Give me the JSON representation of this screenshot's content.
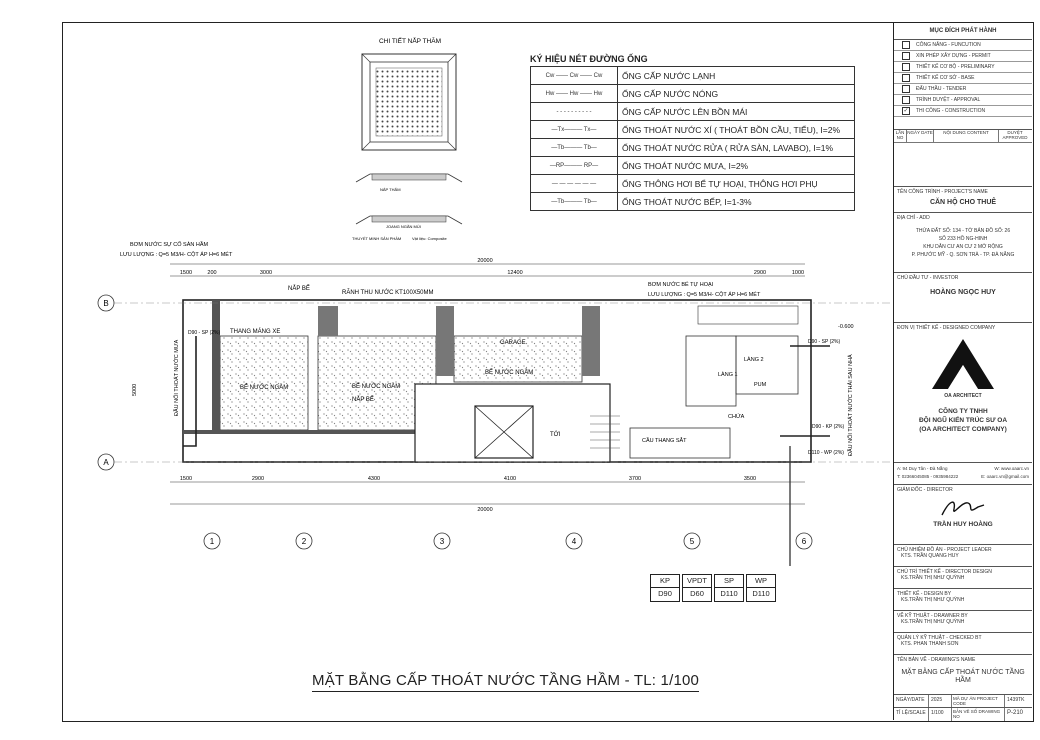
{
  "detail_title": "CHI TIẾT NẮP THĂM",
  "detail_notes": [
    "NẮP THĂM",
    "JOANG NGĂN MÙI",
    "THUYẾT MINH SẢN PHẨM",
    "Vật liệu: Composite"
  ],
  "legend": {
    "title": "KÝ HIỆU NÉT ĐƯỜNG ỐNG",
    "rows": [
      {
        "sym": "Cw —— Cw —— Cw",
        "desc": "ỐNG CẤP NƯỚC LẠNH"
      },
      {
        "sym": "Hw —— Hw —— Hw",
        "desc": "ỐNG CẤP NƯỚC NÓNG"
      },
      {
        "sym": "- - - - - - - - - -",
        "desc": "ỐNG CẤP NƯỚC LÊN BỒN MÁI"
      },
      {
        "sym": "—Tx——— Tx—",
        "desc": "ỐNG THOÁT NƯỚC XÍ ( THOÁT BỒN CẦU, TIỂU), I=2%"
      },
      {
        "sym": "—Tb——— Tb—",
        "desc": "ỐNG THOÁT NƯỚC RỬA ( RỬA SÀN, LAVABO), I=1%"
      },
      {
        "sym": "—RP——— RP—",
        "desc": "ỐNG THOÁT NƯỚC MƯA, I=2%"
      },
      {
        "sym": "— — — — — —",
        "desc": "ỐNG THÔNG HƠI BỂ TỰ HOẠI, THÔNG HƠI PHỤ"
      },
      {
        "sym": "—Tb——— Tb—",
        "desc": "ỐNG THOÁT NƯỚC BẾP, I=1-3%"
      }
    ]
  },
  "plan": {
    "pump_left": "BƠM NƯỚC SỰ CỐ SÀN HẦM",
    "pump_left_flow": "LƯU LƯỢNG : Q=5 M3/H- CỘT ÁP H=6 MÉT",
    "pump_right": "BƠM NƯỚC BỂ TỰ HOẠI",
    "pump_right_flow": "LƯU LƯỢNG : Q=5 M3/H- CỘT ÁP H=6 MÉT",
    "lid": "NẮP BỂ",
    "drain_channel": "RÃNH THU NƯỚC KT100X50MM",
    "rooms": [
      "THANG MÁNG XE",
      "BỂ NƯỚC NGẦM",
      "BỂ NƯỚC NGẦM",
      "NẮP BỂ",
      "BỂ NƯỚC NGẦM",
      "GARAGE",
      "TỚI",
      "LÀNG 1",
      "LÀNG 2",
      "PUM",
      "CHỨA",
      "CẦU THANG SẮT"
    ],
    "side_left": "ĐẦU NỐI THOÁT NƯỚC MƯA",
    "side_right": "ĐẦU NỐI THOÁT NƯỚC THẢI SAU NHÀ",
    "level": "-0.600",
    "top_dims": [
      "1500",
      "200",
      "3000",
      "12400",
      "2900",
      "1000"
    ],
    "total": "20000",
    "bottom_dims": [
      "1500",
      "2900",
      "4300",
      "4100",
      "3700",
      "3500"
    ],
    "side_dim": "5000",
    "axes_letters": [
      "B",
      "A"
    ],
    "axes_numbers": [
      "1",
      "2",
      "3",
      "4",
      "5",
      "6"
    ],
    "pipe_notes": [
      "D90 - SP (2%)",
      "D90 - SP (2%)",
      "D90 - KP (2%)",
      "D110 - WP (2%)"
    ]
  },
  "pipe_boxes": [
    {
      "top": "KP",
      "bottom": "D90"
    },
    {
      "top": "VPDT",
      "bottom": "D60"
    },
    {
      "top": "SP",
      "bottom": "D110"
    },
    {
      "top": "WP",
      "bottom": "D110"
    }
  ],
  "drawing_title": "MẶT BẰNG CẤP THOÁT NƯỚC TẦNG HẦM - TL: 1/100",
  "titleblock": {
    "purpose_title": "MỤC ĐÍCH PHÁT HÀNH",
    "purposes": [
      {
        "label": "CÔNG NĂNG - FUNCUTION",
        "checked": false
      },
      {
        "label": "XIN PHÉP XÂY DỰNG - PERMIT",
        "checked": false
      },
      {
        "label": "THIẾT KẾ CƠ BỘ - PRELIMINARY",
        "checked": false
      },
      {
        "label": "THIẾT KẾ CƠ SỞ - BASE",
        "checked": false
      },
      {
        "label": "ĐẤU THẦU - TENDER",
        "checked": false
      },
      {
        "label": "TRÌNH DUYỆT - APPROVAL",
        "checked": false
      },
      {
        "label": "THI CÔNG - CONSTRUCTION",
        "checked": true
      }
    ],
    "check_mark": "✓",
    "rev_cols": [
      "LẦN NO",
      "NGÀY DATE",
      "NỘI DUNG CONTENT",
      "DUYỆT APPROVED"
    ],
    "project_label": "TÊN CÔNG TRÌNH - PROJECT'S NAME",
    "project_name": "CĂN HỘ CHO THUÊ",
    "address_label": "ĐỊA CHỈ - ADD",
    "address_lines": [
      "THỬA ĐẤT SỐ: 134 - TỜ BẢN ĐỒ SỐ: 26",
      "SỐ 233 HỒ NG-HINH",
      "KHU DÂN CƯ AN CƯ 2 MỞ RỘNG",
      "P. PHƯỚC MỸ - Q. SƠN TRÀ - TP. ĐÀ NẴNG"
    ],
    "investor_label": "CHỦ ĐẦU TƯ - INVESTOR",
    "investor": "HOÀNG NGỌC HUY",
    "designer_label": "ĐƠN VỊ THIẾT KẾ - DESIGNED COMPANY",
    "logo_caption": "OA ARCHITECT",
    "company_lines": [
      "CÔNG TY TNHH",
      "ĐỘI NGŨ KIẾN TRÚC SƯ OA",
      "(OA ARCHITECT COMPANY)"
    ],
    "contact_address": "A: 94 Duy Tân - Đà Nẵng",
    "contact_web": "W: www.oaarc.vn",
    "contact_phone": "T: 02366045085 - 0935984222",
    "contact_email": "E: oaarc.vn@gmail.com",
    "director_label": "GIÁM ĐỐC - DIRECTOR",
    "director": "TRẦN HUY HOÀNG",
    "staff": [
      {
        "role": "CHỦ NHIỆM ĐỒ ÁN - PROJECT LEADER",
        "name": "KTS. TRẦN QUANG HUY"
      },
      {
        "role": "CHỦ TRÌ THIẾT KẾ - DIRECTOR DESIGN",
        "name": "KS.TRẦN THỊ NHƯ QUỲNH"
      },
      {
        "role": "THIẾT KẾ - DESIGN BY",
        "name": "KS.TRẦN THỊ NHƯ QUỲNH"
      },
      {
        "role": "VẼ KỸ THUẬT - DRAWNER BY",
        "name": "KS.TRẦN THỊ NHƯ QUỲNH"
      },
      {
        "role": "QUẢN LÝ KỸ THUẬT - CHECKED BT",
        "name": "KTS. PHAN THANH SƠN"
      }
    ],
    "drawing_name_label": "TÊN BẢN VẼ - DRAWING'S NAME",
    "drawing_name": "MẶT BẰNG CẤP THOÁT NƯỚC TẦNG HẦM",
    "date_label": "NGÀY/DATE",
    "date": "2025",
    "code_label": "MÃ DỰ ÁN PROJECT CODE",
    "code": "1439TK",
    "scale_label": "TỈ LỆ/SCALE",
    "scale": "1/100",
    "sheet_label": "BẢN VẼ SỐ DRAWING NO",
    "sheet": "P-210"
  }
}
